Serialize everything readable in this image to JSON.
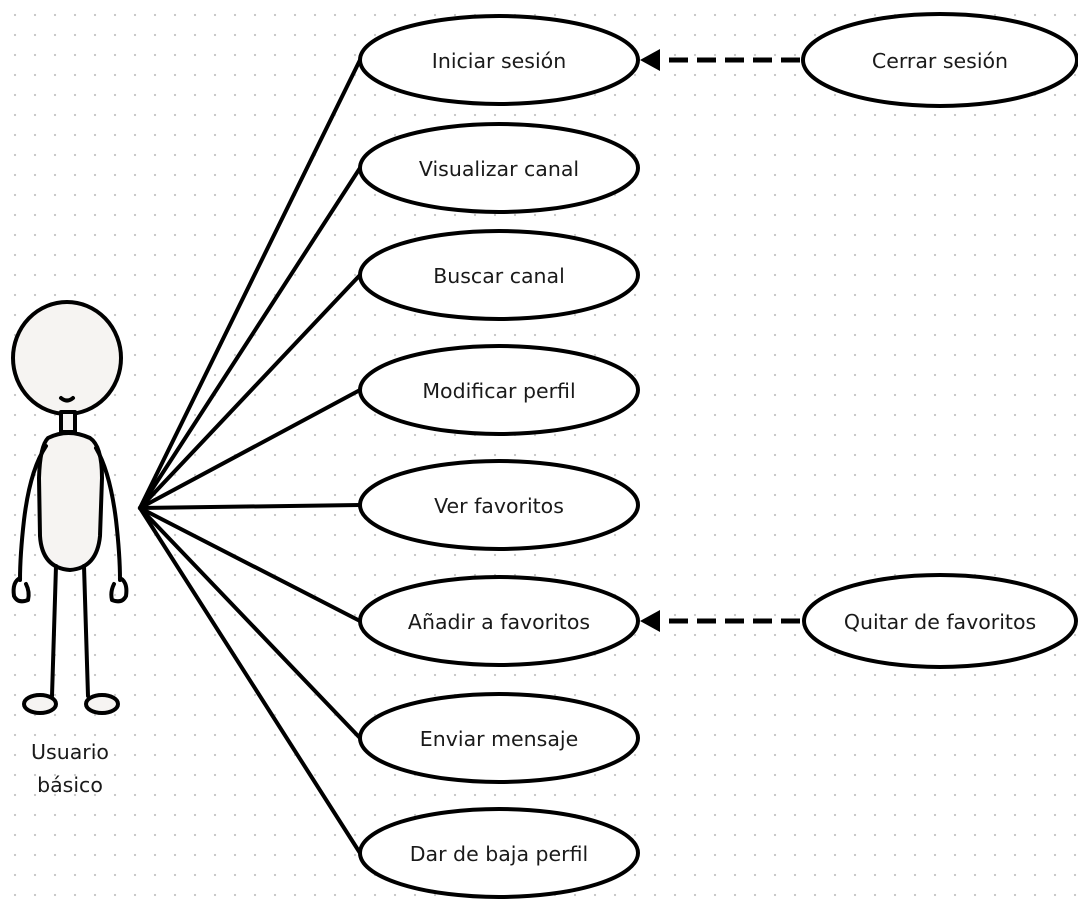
{
  "actor": {
    "label_line1": "Usuario",
    "label_line2": "básico"
  },
  "use_cases": [
    {
      "id": "iniciar-sesion",
      "label": "Iniciar sesión"
    },
    {
      "id": "visualizar-canal",
      "label": "Visualizar canal"
    },
    {
      "id": "buscar-canal",
      "label": "Buscar canal"
    },
    {
      "id": "modificar-perfil",
      "label": "Modificar perfil"
    },
    {
      "id": "ver-favoritos",
      "label": "Ver favoritos"
    },
    {
      "id": "anadir-a-favoritos",
      "label": "Añadir a favoritos"
    },
    {
      "id": "enviar-mensaje",
      "label": "Enviar mensaje"
    },
    {
      "id": "dar-de-baja-perfil",
      "label": "Dar de baja perfil"
    }
  ],
  "extensions": [
    {
      "id": "cerrar-sesion",
      "label": "Cerrar sesión",
      "target": "iniciar-sesion"
    },
    {
      "id": "quitar-de-favoritos",
      "label": "Quitar de favoritos",
      "target": "anadir-a-favoritos"
    }
  ],
  "colors": {
    "line": "#000000",
    "oval_fill": "#ffffff",
    "actor_fill": "#f6f4f2",
    "grid_dot": "#c9c9c9"
  }
}
